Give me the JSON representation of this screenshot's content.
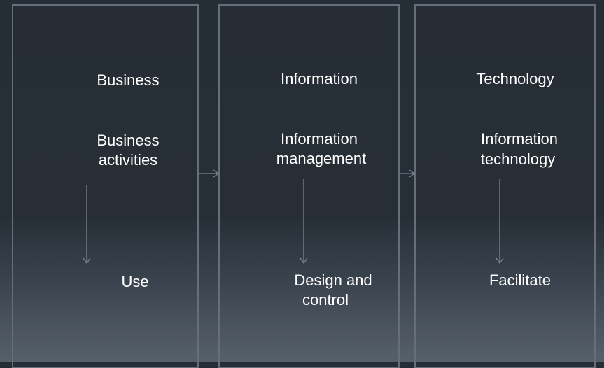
{
  "columns": [
    {
      "title": "Business",
      "subtitle": [
        "Business",
        "activities"
      ],
      "result": [
        "Use"
      ]
    },
    {
      "title": "Information",
      "subtitle": [
        "Information",
        "management"
      ],
      "result": [
        "Design and",
        "control"
      ]
    },
    {
      "title": "Technology",
      "subtitle": [
        "Information",
        "technology"
      ],
      "result": [
        "Facilitate"
      ]
    }
  ],
  "colors": {
    "border": "#656e7a",
    "arrow": "#7d8692",
    "text": "#ffffff"
  }
}
